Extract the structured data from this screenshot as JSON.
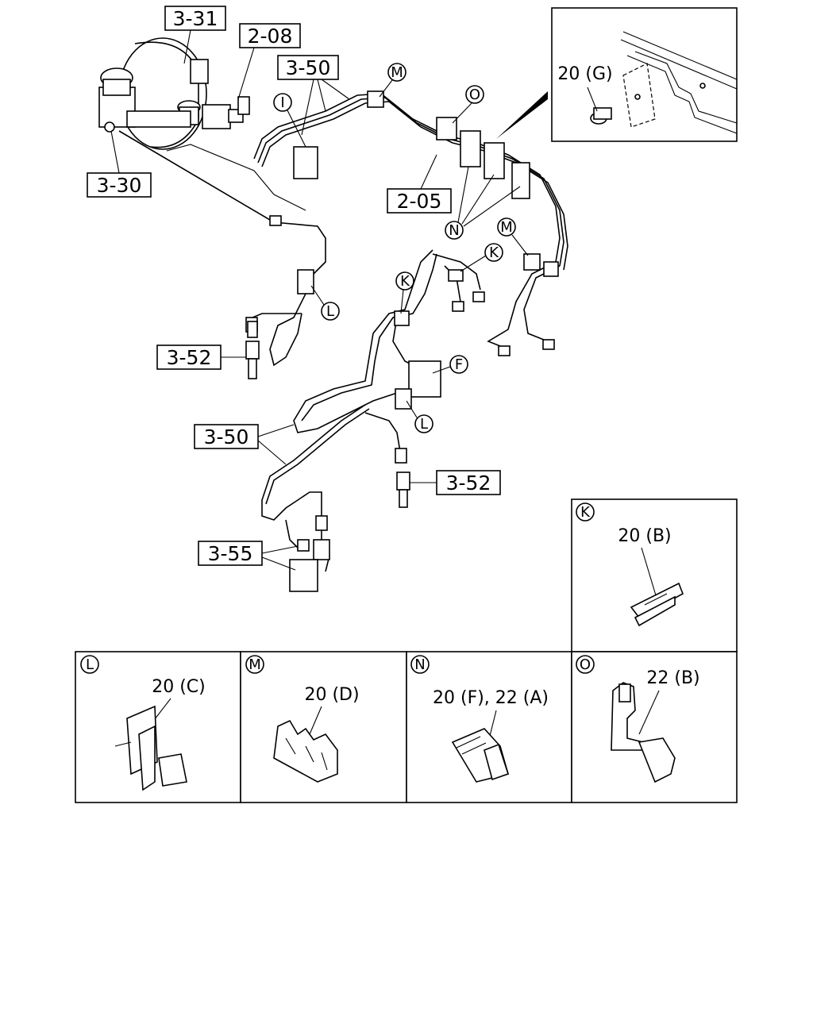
{
  "diagram": {
    "part_labels": [
      "3-31",
      "2-08",
      "3-50",
      "3-30",
      "2-05",
      "3-52",
      "3-50",
      "3-52",
      "3-55"
    ],
    "clip_markers": [
      "M",
      "I",
      "O",
      "N",
      "M",
      "K",
      "K",
      "F",
      "L",
      "L"
    ],
    "insets": {
      "G": {
        "code": "20 (G)"
      },
      "K": {
        "marker": "K",
        "code": "20 (B)"
      },
      "L": {
        "marker": "L",
        "code": "20 (C)"
      },
      "M": {
        "marker": "M",
        "code": "20 (D)"
      },
      "N": {
        "marker": "N",
        "code": "20 (F), 22 (A)"
      },
      "O": {
        "marker": "O",
        "code": "22 (B)"
      }
    }
  }
}
